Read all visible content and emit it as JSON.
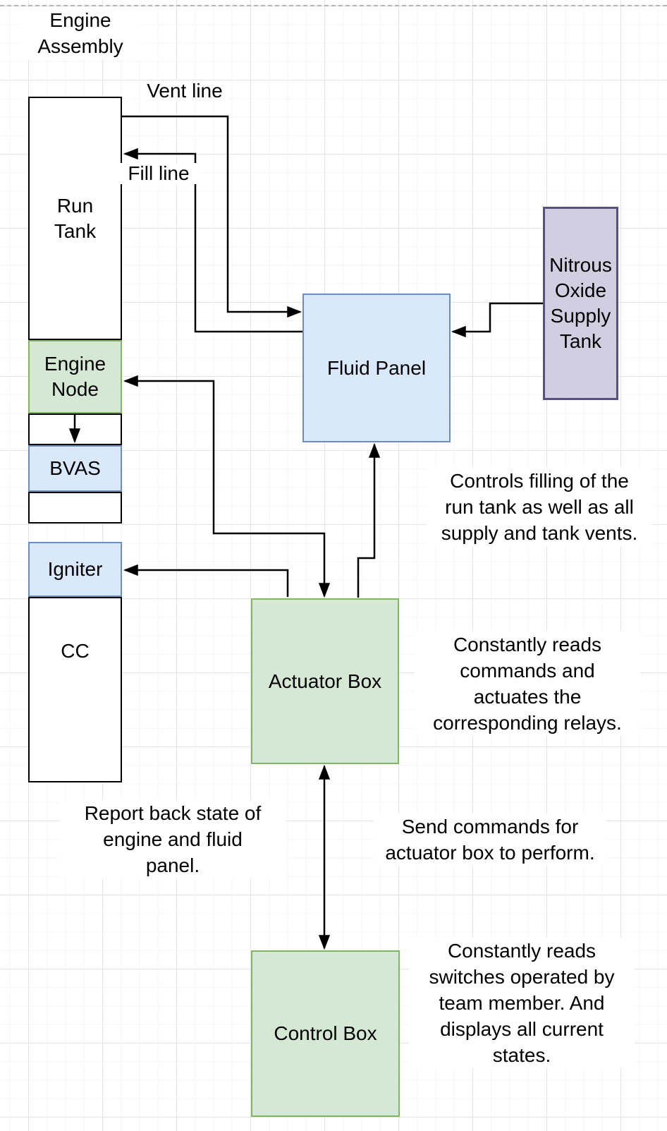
{
  "diagram_title": "Engine\nAssembly",
  "palette": {
    "green_fill": "#d5e8d4",
    "green_stroke": "#82b366",
    "blue_fill": "#dae8fc",
    "blue_stroke": "#6c8ebf",
    "purple_fill": "#d1cee2",
    "purple_stroke": "#56517e",
    "plain_fill": "#ffffff",
    "plain_stroke": "#000000",
    "wire_color": "#000000",
    "grid_major": "#e4e4e4",
    "grid_minor": "#f5f5f5"
  },
  "boxes": {
    "run_tank": {
      "label": "Run\nTank",
      "color": "white"
    },
    "engine_node": {
      "label": "Engine\nNode",
      "color": "green"
    },
    "bvas": {
      "label": "BVAS",
      "color": "blue"
    },
    "igniter": {
      "label": "Igniter",
      "color": "blue"
    },
    "cc": {
      "label": "CC",
      "color": "white"
    },
    "fluid_panel": {
      "label": "Fluid Panel",
      "color": "blue"
    },
    "nitrous_tank": {
      "label": "Nitrous\nOxide\nSupply\nTank",
      "color": "purple"
    },
    "actuator_box": {
      "label": "Actuator Box",
      "color": "green"
    },
    "control_box": {
      "label": "Control Box",
      "color": "green"
    }
  },
  "edge_labels": {
    "vent_line": "Vent line",
    "fill_line": "Fill line"
  },
  "annotations": {
    "fluid_panel_note": "Controls filling of the\nrun tank as well as all\nsupply and tank vents.",
    "actuator_note": "Constantly reads\ncommands and\nactuates the\ncorresponding relays.",
    "report_note": "Report back state of\nengine and fluid\npanel.",
    "send_note": "Send commands for\nactuator box to perform.",
    "control_note": "Constantly reads\nswitches operated by\nteam member. And\ndisplays all current\nstates."
  }
}
